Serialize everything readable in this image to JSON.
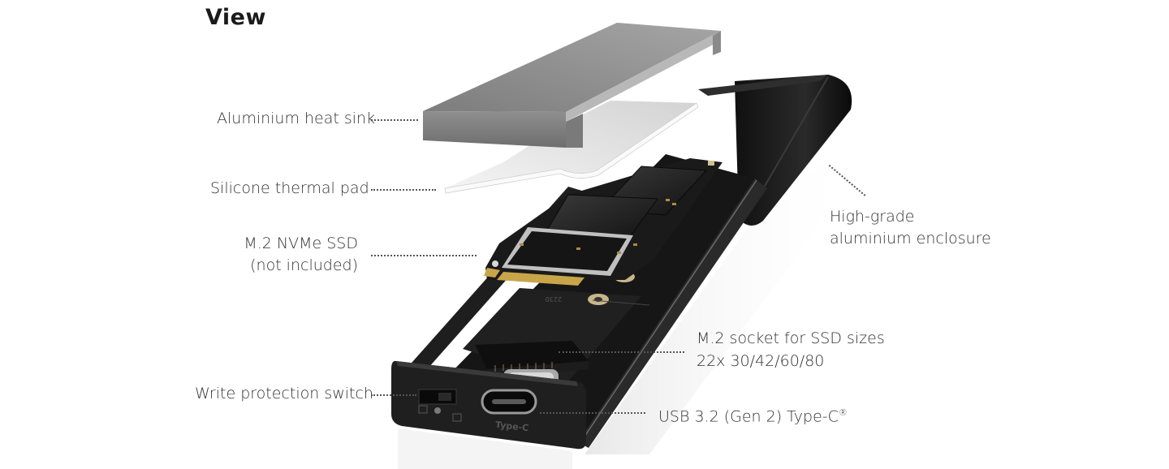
{
  "title": "View",
  "callouts": {
    "heat_sink": {
      "label": "Aluminium heat sink"
    },
    "thermal_pad": {
      "label": "Silicone thermal pad"
    },
    "ssd": {
      "line1": "M.2 NVMe SSD",
      "line2": "(not included)"
    },
    "write_protect": {
      "label": "Write protection switch"
    },
    "enclosure": {
      "line1": "High-grade",
      "line2": "aluminium enclosure"
    },
    "socket": {
      "line1": "M.2 socket for SSD sizes",
      "line2": "22x 30/42/60/80"
    },
    "usb": {
      "label": "USB 3.2 (Gen 2) Type-C",
      "trademark": "®"
    }
  },
  "product": {
    "port_label": "Type-C",
    "board_marking": "2230",
    "colors": {
      "heat_sink": "#8a8a8a",
      "heat_sink_top": "#9a9a9a",
      "thermal_pad": "#e4e4e4",
      "enclosure": "#141414",
      "pcb": "#1c1c1c",
      "gold_contacts": "#c9a54a"
    }
  }
}
